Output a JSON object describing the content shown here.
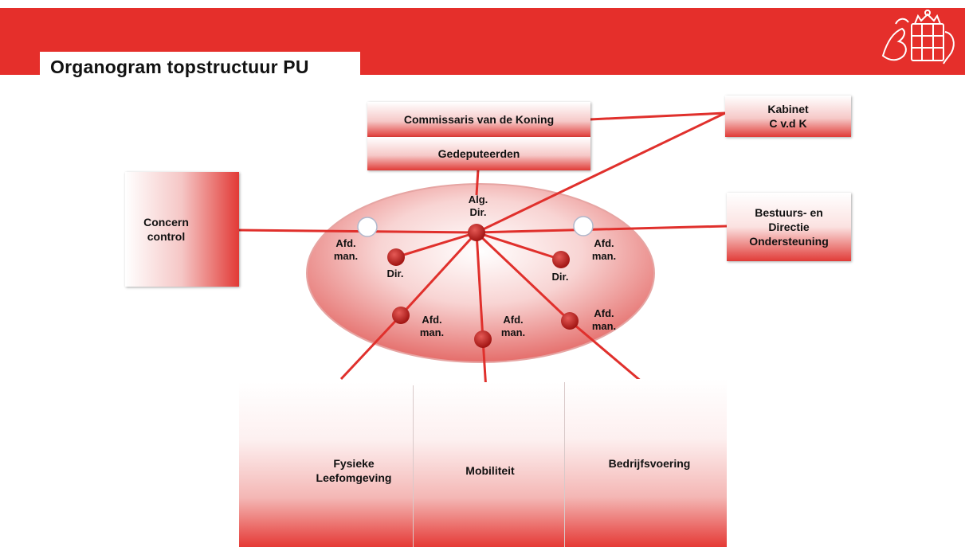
{
  "header": {
    "title": "Organogram topstructuur PU",
    "banner_color": "#e52f2b"
  },
  "logo": {
    "icon": "coat-of-arms-icon"
  },
  "boxes": {
    "commissaris": "Commissaris  van de Koning",
    "gedeputeerden": "Gedeputeerden",
    "kabinet": "Kabinet\nC v.d K",
    "concern_control": "Concern\ncontrol",
    "bestuurs": "Bestuurs-  en\nDirectie\nOndersteuning"
  },
  "departments": {
    "fysieke": "Fysieke\nLeefomgeving",
    "mobiliteit": "Mobiliteit",
    "bedrijfsvoering": "Bedrijfsvoering"
  },
  "nodes": {
    "alg_dir": "Alg.\nDir.",
    "afd_man_left": "Afd.\nman.",
    "afd_man_right": "Afd.\nman.",
    "dir_left": "Dir.",
    "dir_right": "Dir.",
    "afd_man_bottom_left": "Afd.\nman.",
    "afd_man_bottom_center": "Afd.\nman.",
    "afd_man_bottom_right": "Afd.\nman."
  },
  "colors": {
    "line": "#e0302c",
    "node_dark": "#b3100f",
    "node_open": "#ffffff"
  }
}
